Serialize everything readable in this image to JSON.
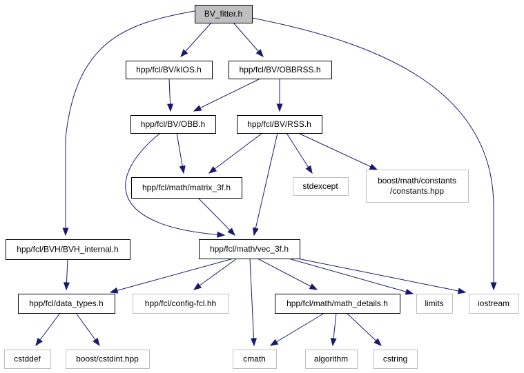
{
  "colors": {
    "edge": "#191970",
    "root_fill": "#bfbfbf",
    "local_border": "#000000",
    "external_border": "#bfbfbf"
  },
  "nodes": {
    "bv_fitter": {
      "lines": [
        "BV_fitter.h"
      ],
      "kind": "root"
    },
    "kios": {
      "lines": [
        "hpp/fcl/BV/kIOS.h"
      ],
      "kind": "local"
    },
    "obbrss": {
      "lines": [
        "hpp/fcl/BV/OBBRSS.h"
      ],
      "kind": "local"
    },
    "obb": {
      "lines": [
        "hpp/fcl/BV/OBB.h"
      ],
      "kind": "local"
    },
    "rss": {
      "lines": [
        "hpp/fcl/BV/RSS.h"
      ],
      "kind": "local"
    },
    "matrix3f": {
      "lines": [
        "hpp/fcl/math/matrix_3f.h"
      ],
      "kind": "local"
    },
    "stdexcept": {
      "lines": [
        "stdexcept"
      ],
      "kind": "external"
    },
    "constants": {
      "lines": [
        "boost/math/constants",
        "/constants.hpp"
      ],
      "kind": "external"
    },
    "bvh_internal": {
      "lines": [
        "hpp/fcl/BVH/BVH_internal.h"
      ],
      "kind": "local"
    },
    "vec3f": {
      "lines": [
        "hpp/fcl/math/vec_3f.h"
      ],
      "kind": "local"
    },
    "data_types": {
      "lines": [
        "hpp/fcl/data_types.h"
      ],
      "kind": "local"
    },
    "config_fcl": {
      "lines": [
        "hpp/fcl/config-fcl.hh"
      ],
      "kind": "external"
    },
    "math_details": {
      "lines": [
        "hpp/fcl/math/math_details.h"
      ],
      "kind": "local"
    },
    "limits": {
      "lines": [
        "limits"
      ],
      "kind": "external"
    },
    "iostream": {
      "lines": [
        "iostream"
      ],
      "kind": "external"
    },
    "cstddef": {
      "lines": [
        "cstddef"
      ],
      "kind": "external"
    },
    "cstdint": {
      "lines": [
        "boost/cstdint.hpp"
      ],
      "kind": "external"
    },
    "cmath": {
      "lines": [
        "cmath"
      ],
      "kind": "external"
    },
    "algorithm": {
      "lines": [
        "algorithm"
      ],
      "kind": "external"
    },
    "cstring": {
      "lines": [
        "cstring"
      ],
      "kind": "external"
    }
  },
  "edges": [
    [
      "bv_fitter",
      "kios"
    ],
    [
      "bv_fitter",
      "obbrss"
    ],
    [
      "bv_fitter",
      "bvh_internal"
    ],
    [
      "bv_fitter",
      "iostream"
    ],
    [
      "kios",
      "obb"
    ],
    [
      "obbrss",
      "obb"
    ],
    [
      "obbrss",
      "rss"
    ],
    [
      "obb",
      "matrix3f"
    ],
    [
      "obb",
      "vec3f"
    ],
    [
      "rss",
      "matrix3f"
    ],
    [
      "rss",
      "stdexcept"
    ],
    [
      "rss",
      "constants"
    ],
    [
      "rss",
      "vec3f"
    ],
    [
      "matrix3f",
      "vec3f"
    ],
    [
      "bvh_internal",
      "data_types"
    ],
    [
      "vec3f",
      "data_types"
    ],
    [
      "vec3f",
      "config_fcl"
    ],
    [
      "vec3f",
      "math_details"
    ],
    [
      "vec3f",
      "limits"
    ],
    [
      "vec3f",
      "iostream"
    ],
    [
      "vec3f",
      "cmath"
    ],
    [
      "data_types",
      "cstddef"
    ],
    [
      "data_types",
      "cstdint"
    ],
    [
      "math_details",
      "cmath"
    ],
    [
      "math_details",
      "algorithm"
    ],
    [
      "math_details",
      "cstring"
    ]
  ]
}
